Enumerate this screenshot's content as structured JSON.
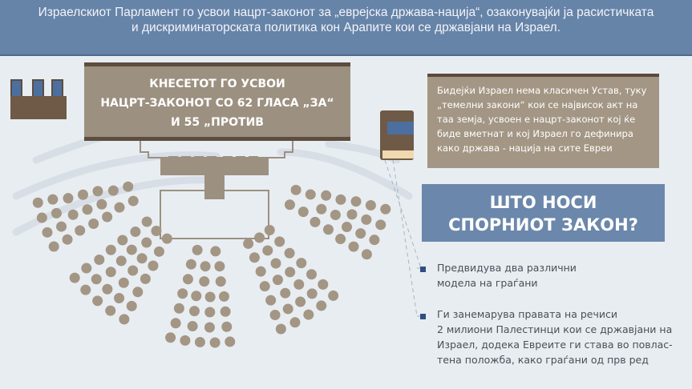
{
  "header": {
    "line1": "Израелскиот Парламент го усвои нацрт-законот за „еврејска држава-нација“, озаконувајќи ја расистичката",
    "line2": "и дискриминаторската политика кон Арапите кои се државјани на Израел."
  },
  "knesset_box": {
    "line1": "КНЕСЕТОТ ГО УСВОИ",
    "line2": "НАЦРТ-ЗАКОНОТ СО 62 ГЛАСА „ЗА“",
    "line3": "И 55 „ПРОТИВ"
  },
  "note": "Бидејќи Израел нема класичен Устав, туку „темелни закони“ кои се највисок акт на таа земја, усвоен е нацрт-законот кој ќе биде вметнат и кој Израел го дефинира како држава - нација на сите Евреи",
  "question": {
    "line1": "ШТО НОСИ",
    "line2": "СПОРНИОТ ЗАКОН?"
  },
  "bullets": [
    {
      "line1": "Предвидува два различни",
      "line2": "модела на граѓани"
    },
    {
      "line1": "Ги занемарува правата на речиси",
      "line2": "2 милиони Палестинци кои се државјани на",
      "line3": "Израел, додека Евреите ги става во повлас-",
      "line4": "тена положба, како граѓани од прв ред"
    }
  ],
  "colors": {
    "header": "#6683a8",
    "brown": "#9c9080",
    "seat": "#a39684",
    "blue": "#6b87ab",
    "bullet": "#2f4f7f"
  }
}
